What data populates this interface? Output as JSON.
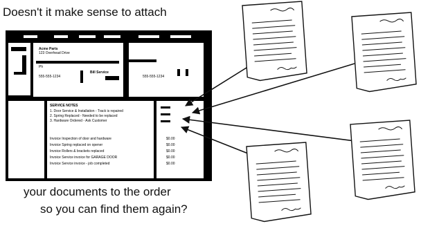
{
  "caption": {
    "top": "Doesn't it make sense to attach",
    "bottom_line1": "your documents to the order",
    "bottom_line2": "so you can find them again?"
  },
  "screenshot": {
    "customer_line1": "Acme Parts",
    "customer_line2": "123 Overhead Drive",
    "label_left": "Ph",
    "field_left": "555-555-1234",
    "field_mid": "Bill Service",
    "field_right": "555-555-1234",
    "service_header": "SERVICE NOTES",
    "service_lines": [
      "1. Door Service & Installation - Track is repaired",
      "2. Spring Replaced - Needed to be replaced",
      "3. Hardware Ordered - Ask Customer"
    ],
    "rows": [
      "Invoice    Inspection of door and hardware",
      "Invoice    Spring replaced on opener",
      "Invoice    Rollers & brackets replaced",
      "Invoice    Service invoice for GARAGE DOOR",
      "Invoice    Service invoice - job completed"
    ],
    "amounts": [
      "$0.00",
      "$0.00",
      "$0.00",
      "$0.00",
      "$0.00"
    ]
  },
  "colors": {
    "ink": "#111111",
    "paper": "#ffffff",
    "screen_frame": "#000000"
  }
}
